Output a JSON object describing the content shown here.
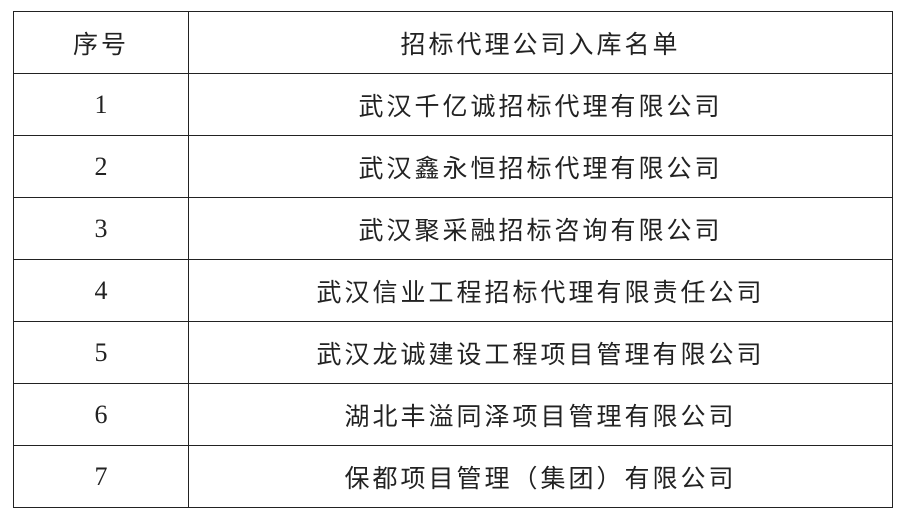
{
  "table": {
    "header": {
      "number": "序号",
      "name": "招标代理公司入库名单"
    },
    "rows": [
      {
        "number": "1",
        "name": "武汉千亿诚招标代理有限公司"
      },
      {
        "number": "2",
        "name": "武汉鑫永恒招标代理有限公司"
      },
      {
        "number": "3",
        "name": "武汉聚采融招标咨询有限公司"
      },
      {
        "number": "4",
        "name": "武汉信业工程招标代理有限责任公司"
      },
      {
        "number": "5",
        "name": "武汉龙诚建设工程项目管理有限公司"
      },
      {
        "number": "6",
        "name": "湖北丰溢同泽项目管理有限公司"
      },
      {
        "number": "7",
        "name": "保都项目管理（集团）有限公司"
      }
    ]
  }
}
